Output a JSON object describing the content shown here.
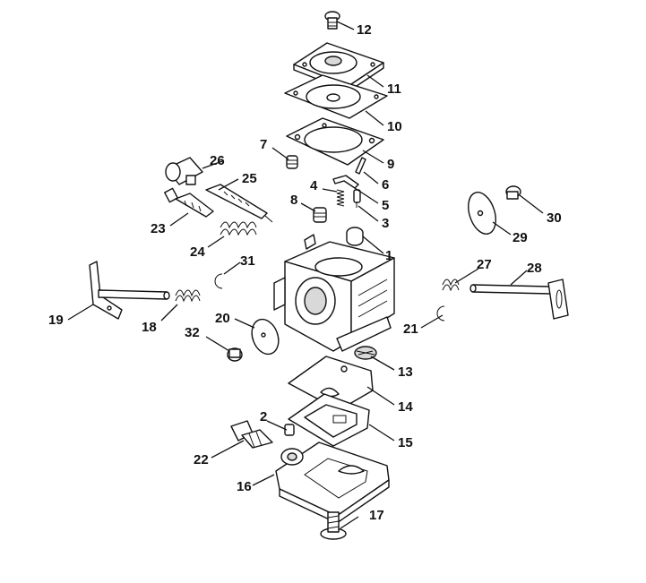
{
  "figure": "carburetor-exploded-view",
  "callouts": [
    {
      "number": "1",
      "part": "part-1"
    },
    {
      "number": "2",
      "part": "part-2"
    },
    {
      "number": "3",
      "part": "part-3"
    },
    {
      "number": "4",
      "part": "part-4"
    },
    {
      "number": "5",
      "part": "part-5"
    },
    {
      "number": "6",
      "part": "part-6"
    },
    {
      "number": "7",
      "part": "part-7"
    },
    {
      "number": "8",
      "part": "part-8"
    },
    {
      "number": "9",
      "part": "part-9"
    },
    {
      "number": "10",
      "part": "part-10"
    },
    {
      "number": "11",
      "part": "part-11"
    },
    {
      "number": "12",
      "part": "part-12"
    },
    {
      "number": "13",
      "part": "part-13"
    },
    {
      "number": "14",
      "part": "part-14"
    },
    {
      "number": "15",
      "part": "part-15"
    },
    {
      "number": "16",
      "part": "part-16"
    },
    {
      "number": "17",
      "part": "part-17"
    },
    {
      "number": "18",
      "part": "part-18"
    },
    {
      "number": "19",
      "part": "part-19"
    },
    {
      "number": "20",
      "part": "part-20"
    },
    {
      "number": "21",
      "part": "part-21"
    },
    {
      "number": "22",
      "part": "part-22"
    },
    {
      "number": "23",
      "part": "part-23"
    },
    {
      "number": "24",
      "part": "part-24"
    },
    {
      "number": "25",
      "part": "part-25"
    },
    {
      "number": "26",
      "part": "part-26"
    },
    {
      "number": "27",
      "part": "part-27"
    },
    {
      "number": "28",
      "part": "part-28"
    },
    {
      "number": "29",
      "part": "part-29"
    },
    {
      "number": "30",
      "part": "part-30"
    },
    {
      "number": "31",
      "part": "part-31"
    },
    {
      "number": "32",
      "part": "part-32"
    }
  ],
  "colors": {
    "line": "#111111",
    "background": "#ffffff",
    "shade": "#d9d9d9"
  }
}
